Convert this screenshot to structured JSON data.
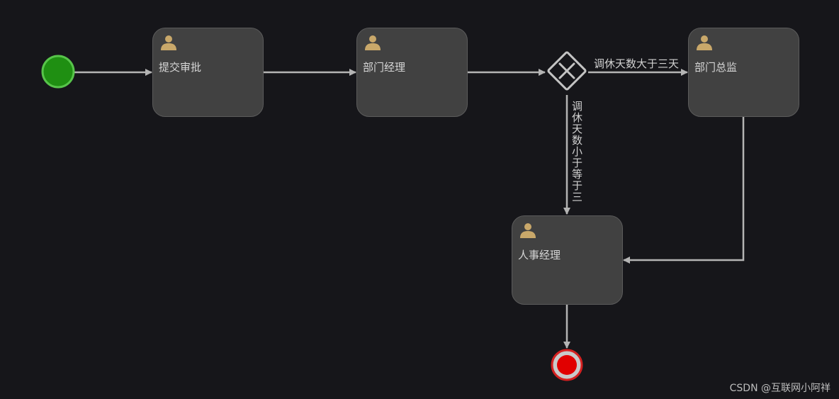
{
  "diagram": {
    "start_event": {
      "fill": "#1f8f12",
      "stroke": "#57c44a"
    },
    "end_event": {
      "fill": "#e10000",
      "stroke": "#c9c9c9"
    },
    "gateway": {
      "type": "exclusive",
      "icon": "x-icon"
    },
    "tasks": [
      {
        "id": "submit",
        "label": "提交审批",
        "icon": "user-icon"
      },
      {
        "id": "dept-manager",
        "label": "部门经理",
        "icon": "user-icon"
      },
      {
        "id": "dept-director",
        "label": "部门总监",
        "icon": "user-icon"
      },
      {
        "id": "hr-manager",
        "label": "人事经理",
        "icon": "user-icon"
      }
    ],
    "flows": {
      "more_than_three": "调休天数大于三天",
      "three_or_less": "调休天数小于等于三"
    }
  },
  "watermark": "CSDN @互联网小阿祥",
  "colors": {
    "background": "#16161a",
    "task_fill": "#414141",
    "connector": "#b4b4b4",
    "user_icon": "#c9a86a"
  }
}
